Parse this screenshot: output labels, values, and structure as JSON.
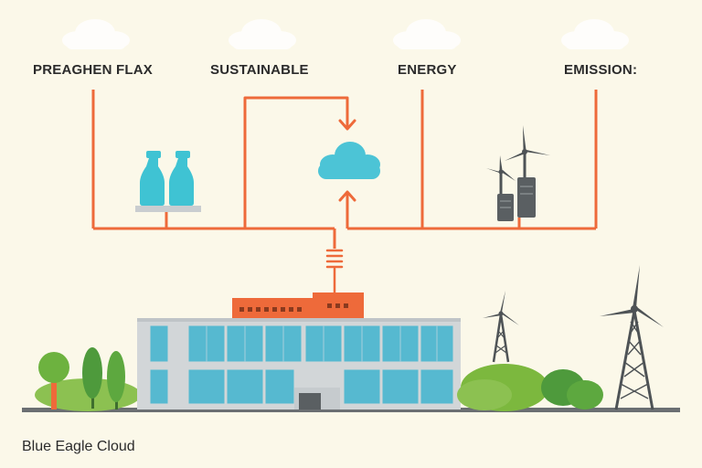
{
  "labels": {
    "col1": "PREAGHEN FLAX",
    "col2": "SUSTAINABLE",
    "col3": "ENERGY",
    "col4": "EMISSION:"
  },
  "footer": {
    "brand": "Blue Eagle Cloud"
  },
  "colors": {
    "background": "#FBF8E9",
    "connector_orange": "#EE6A3A",
    "cloud_blue": "#4CC4D6",
    "building_gray": "#CFD3D6",
    "window_blue": "#56B9D0",
    "tree_green": "#6DB23F",
    "dark_green": "#3E8E3A",
    "turbine_gray": "#4E5356"
  },
  "icons": {
    "top_clouds": "cloud-icon",
    "bottles": "bottle-icon",
    "center_cloud": "cloud-computing-icon",
    "turbines": "wind-turbine-icon",
    "building": "office-building-icon"
  }
}
